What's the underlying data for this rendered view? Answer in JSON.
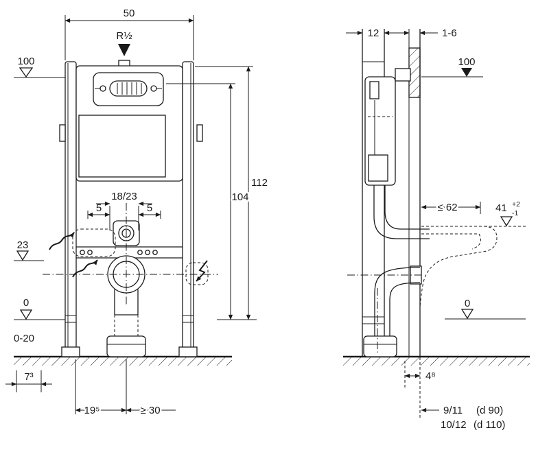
{
  "colors": {
    "line": "#1a1a1a",
    "background": "#ffffff"
  },
  "front_view": {
    "width_50": "50",
    "supply_r": "R½",
    "level_100": "100",
    "height_112": "112",
    "height_104": "104",
    "spacing_18_23": "18/23",
    "offset_5_left": "5",
    "offset_5_right": "5",
    "level_23": "23",
    "level_0": "0",
    "floor_range_0_20": "0-20",
    "dim_7_3": "7³",
    "dim_19_5": "19⁵",
    "dim_min_30": "≥ 30"
  },
  "side_view": {
    "depth_12": "12",
    "finish_1_6": "1-6",
    "level_100": "100",
    "projection_max_62": "≤ 62",
    "rim_41": "41",
    "rim_41_tol_plus": "+2",
    "rim_41_tol_minus": "-1",
    "level_0": "0",
    "dim_4_8": "4⁸",
    "outlet_a": "9/11",
    "outlet_a_pipe": "(d 90)",
    "outlet_b": "10/12",
    "outlet_b_pipe": "(d 110)"
  }
}
